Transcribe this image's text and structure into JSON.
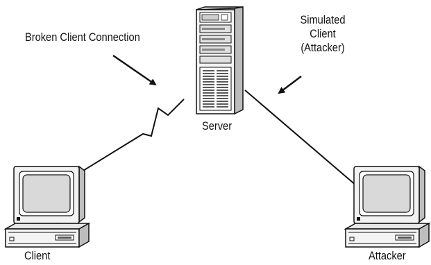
{
  "labels": {
    "broken_connection": "Broken Client Connection",
    "simulated_client": [
      "Simulated",
      "Client",
      "(Attacker)"
    ],
    "server": "Server",
    "client": "Client",
    "attacker": "Attacker"
  },
  "icons": {
    "server": "server-tower-icon",
    "client": "desktop-computer-icon",
    "attacker": "desktop-computer-icon"
  },
  "colors": {
    "line": "#111111",
    "background": "#ffffff",
    "screen": "#d9d9d9"
  }
}
